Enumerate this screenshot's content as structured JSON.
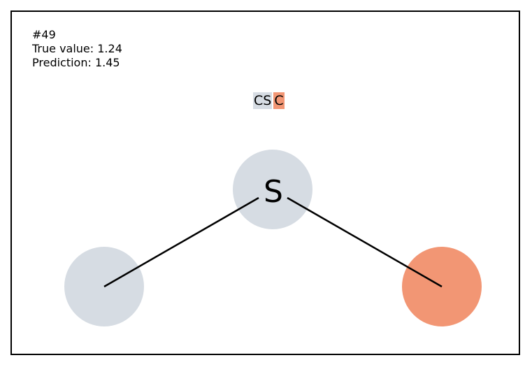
{
  "info": {
    "index": "#49",
    "true_value": "True value: 1.24",
    "prediction": "Prediction: 1.45"
  },
  "smiles_tokens": [
    {
      "text": "CS",
      "color": "#d6dce3"
    },
    {
      "text": "C",
      "color": "#f29674"
    }
  ],
  "atoms": [
    {
      "label": "",
      "color": "#d6dce3"
    },
    {
      "label": "S",
      "color": "#d6dce3"
    },
    {
      "label": "",
      "color": "#f29674"
    }
  ]
}
